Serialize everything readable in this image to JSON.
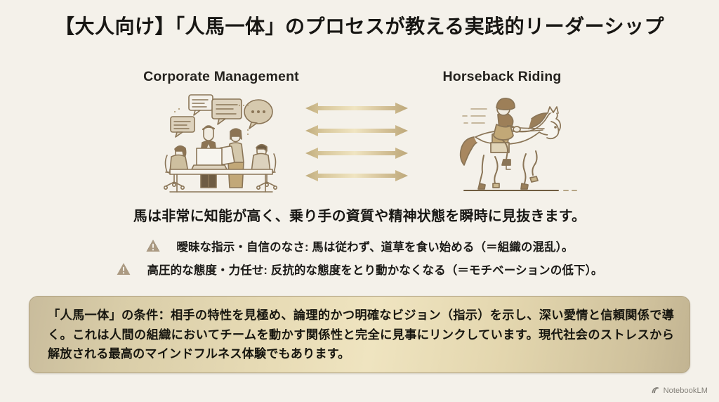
{
  "slide": {
    "background_color": "#f4f1ea",
    "title": "【大人向け】「人馬一体」のプロセスが教える実践的リーダーシップ"
  },
  "comparison": {
    "left": {
      "heading": "Corporate Management",
      "illustration": "business-meeting-illustration"
    },
    "right": {
      "heading": "Horseback Riding",
      "illustration": "horseback-rider-illustration"
    },
    "connector": {
      "icon": "double-headed-arrow",
      "count": 4,
      "color": "#c9b98d"
    }
  },
  "lead_statement": "馬は非常に知能が高く、乗り手の資質や精神状態を瞬時に見抜きます。",
  "bullets": [
    {
      "icon": "warning-triangle-icon",
      "text": "曖昧な指示・自信のなさ: 馬は従わず、道草を食い始める（＝組織の混乱）。"
    },
    {
      "icon": "warning-triangle-icon",
      "text": "高圧的な態度・力任せ: 反抗的な態度をとり動かなくなる（＝モチベーションの低下）。"
    }
  ],
  "callout": {
    "text": "「人馬一体」の条件：相手の特性を見極め、論理的かつ明確なビジョン（指示）を示し、深い愛情と信頼関係で導く。これは人間の組織においてチームを動かす関係性と完全に見事にリンクしています。現代社会のストレスから解放される最高のマインドフルネス体験でもあります。",
    "background_color": "#e3d6ae",
    "border_color": "#b3a585"
  },
  "watermark": {
    "icon": "notebooklm-logo-icon",
    "label": "NotebookLM"
  }
}
